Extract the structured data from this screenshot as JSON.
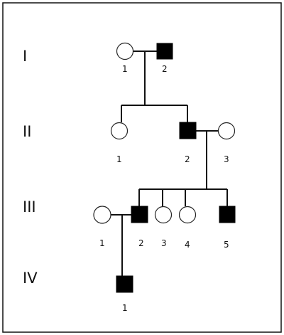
{
  "generations": [
    {
      "label": "I"
    },
    {
      "label": "II"
    },
    {
      "label": "III"
    },
    {
      "label": "IV"
    }
  ],
  "individuals": {
    "I-1": {
      "sex": "female",
      "affected": false,
      "label": "1"
    },
    "I-2": {
      "sex": "male",
      "affected": true,
      "label": "2"
    },
    "II-1": {
      "sex": "female",
      "affected": false,
      "label": "1"
    },
    "II-2": {
      "sex": "male",
      "affected": true,
      "label": "2"
    },
    "II-3": {
      "sex": "female",
      "affected": false,
      "label": "3"
    },
    "III-1": {
      "sex": "female",
      "affected": false,
      "label": "1"
    },
    "III-2": {
      "sex": "male",
      "affected": true,
      "label": "2"
    },
    "III-3": {
      "sex": "female",
      "affected": false,
      "label": "3"
    },
    "III-4": {
      "sex": "female",
      "affected": false,
      "label": "4"
    },
    "III-5": {
      "sex": "male",
      "affected": true,
      "label": "5"
    },
    "IV-1": {
      "sex": "male",
      "affected": true,
      "label": "1"
    }
  }
}
